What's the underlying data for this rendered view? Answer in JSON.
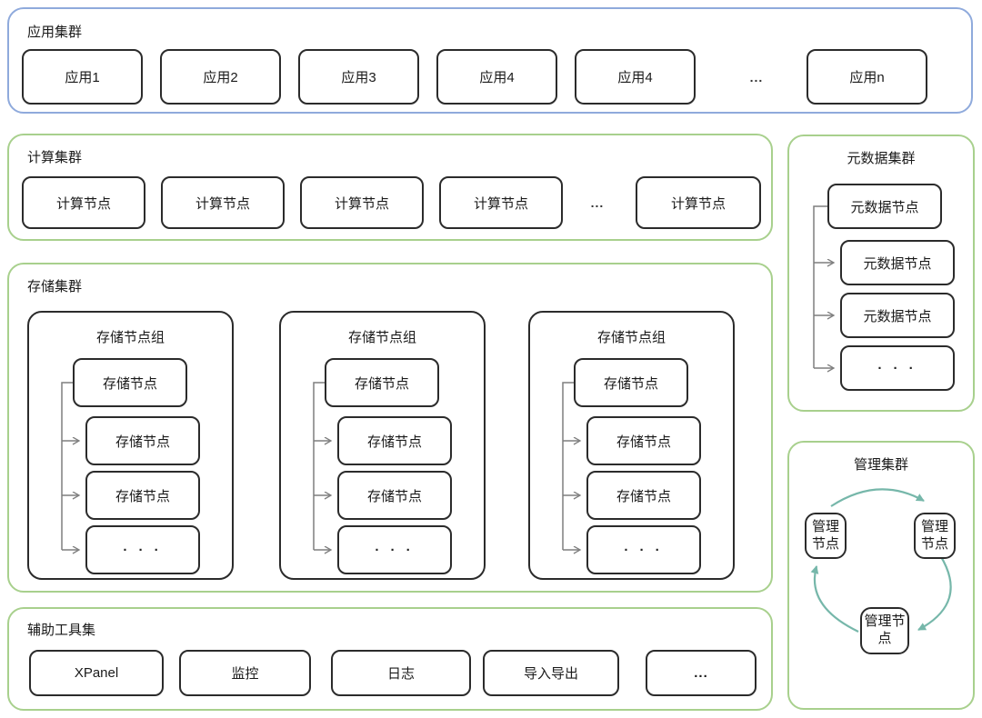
{
  "app_cluster": {
    "title": "应用集群",
    "nodes": [
      "应用1",
      "应用2",
      "应用3",
      "应用4",
      "应用4",
      "应用n"
    ],
    "ellipsis": "..."
  },
  "compute_cluster": {
    "title": "计算集群",
    "nodes": [
      "计算节点",
      "计算节点",
      "计算节点",
      "计算节点",
      "计算节点"
    ],
    "ellipsis": "..."
  },
  "metadata_cluster": {
    "title": "元数据集群",
    "nodes": [
      "元数据节点",
      "元数据节点",
      "元数据节点",
      "· · ·"
    ]
  },
  "storage_cluster": {
    "title": "存储集群",
    "groups": [
      {
        "title": "存储节点组",
        "nodes": [
          "存储节点",
          "存储节点",
          "存储节点",
          "· · ·"
        ]
      },
      {
        "title": "存储节点组",
        "nodes": [
          "存储节点",
          "存储节点",
          "存储节点",
          "· · ·"
        ]
      },
      {
        "title": "存储节点组",
        "nodes": [
          "存储节点",
          "存储节点",
          "存储节点",
          "· · ·"
        ]
      }
    ]
  },
  "management_cluster": {
    "title": "管理集群",
    "nodes": [
      "管理节点",
      "管理节点",
      "管理节点"
    ]
  },
  "toolset": {
    "title": "辅助工具集",
    "nodes": [
      "XPanel",
      "监控",
      "日志",
      "导入导出",
      "..."
    ]
  },
  "colors": {
    "app_panel_border": "#8faadc",
    "cluster_panel_border": "#a8d08d",
    "node_border": "#2b2b2b",
    "connector": "#7f7f7f",
    "cycle_arrow": "#76b7aa"
  }
}
